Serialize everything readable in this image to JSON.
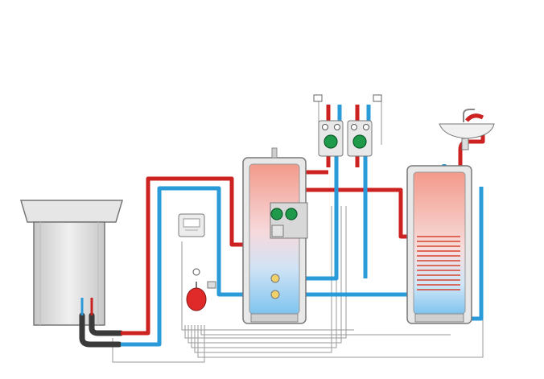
{
  "diagram": {
    "components": [
      {
        "id": "heat-pump-outdoor-unit",
        "kind": "outdoor-unit"
      },
      {
        "id": "buffer-tank",
        "kind": "storage-tank",
        "gradient": "hot-top-cold-bottom"
      },
      {
        "id": "dhw-cylinder",
        "kind": "storage-tank",
        "feature": "internal-coil"
      },
      {
        "id": "heating-circuit-1",
        "kind": "pump-group"
      },
      {
        "id": "heating-circuit-2",
        "kind": "pump-group"
      },
      {
        "id": "controller",
        "kind": "control-unit"
      },
      {
        "id": "expansion-vessel",
        "kind": "vessel"
      },
      {
        "id": "wash-basin",
        "kind": "fixture"
      }
    ],
    "pipe_types": [
      "flow-hot",
      "return-cold",
      "pre-insulated",
      "control-wiring"
    ],
    "colors": {
      "hot": "#cc2222",
      "cold": "#2a9ad8",
      "pump": "#1f9a4a",
      "vessel": "#e02a2a",
      "casing": "#e3e3e3",
      "wiring": "#9a9a9a",
      "insulated_pipe": "#3a3a3a"
    }
  }
}
